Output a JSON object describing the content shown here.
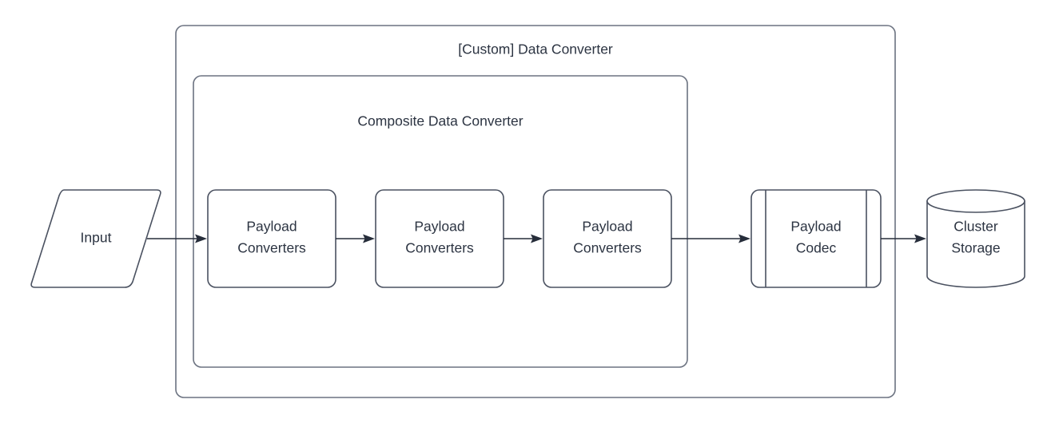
{
  "diagram": {
    "title": "[Custom] Data Converter",
    "background_color": "#ffffff",
    "stroke_color": "#4a5160",
    "container_stroke_color": "#6b7280",
    "text_color": "#2c3442",
    "containers": [
      {
        "id": "custom-data-converter",
        "label": "[Custom] Data Converter",
        "shape": "rounded-rectangle"
      },
      {
        "id": "composite-data-converter",
        "label": "Composite Data Converter",
        "shape": "rounded-rectangle"
      }
    ],
    "nodes": [
      {
        "id": "input",
        "label": "Input",
        "shape": "parallelogram"
      },
      {
        "id": "payload-converters-1",
        "label_line1": "Payload",
        "label_line2": "Converters",
        "shape": "rounded-rectangle"
      },
      {
        "id": "payload-converters-2",
        "label_line1": "Payload",
        "label_line2": "Converters",
        "shape": "rounded-rectangle"
      },
      {
        "id": "payload-converters-3",
        "label_line1": "Payload",
        "label_line2": "Converters",
        "shape": "rounded-rectangle"
      },
      {
        "id": "payload-codec",
        "label_line1": "Payload",
        "label_line2": "Codec",
        "shape": "process"
      },
      {
        "id": "cluster-storage",
        "label_line1": "Cluster",
        "label_line2": "Storage",
        "shape": "cylinder"
      }
    ],
    "edges": [
      {
        "from": "input",
        "to": "payload-converters-1",
        "arrow": "open-arrow"
      },
      {
        "from": "payload-converters-1",
        "to": "payload-converters-2",
        "arrow": "open-arrow"
      },
      {
        "from": "payload-converters-2",
        "to": "payload-converters-3",
        "arrow": "open-arrow"
      },
      {
        "from": "payload-converters-3",
        "to": "payload-codec",
        "arrow": "open-arrow"
      },
      {
        "from": "payload-codec",
        "to": "cluster-storage",
        "arrow": "open-arrow"
      }
    ]
  }
}
